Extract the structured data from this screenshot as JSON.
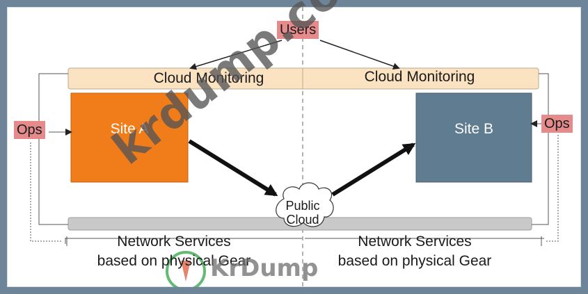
{
  "diagram": {
    "users": "Users",
    "cloud_monitoring_left": "Cloud Monitoring",
    "cloud_monitoring_right": "Cloud Monitoring",
    "site_a": "Site A",
    "site_b": "Site B",
    "ops_left": "Ops",
    "ops_right": "Ops",
    "public_cloud_line1": "Public",
    "public_cloud_line2": "Cloud",
    "network_left_line1": "Network Services",
    "network_left_line2": "based on physical Gear",
    "network_right_line1": "Network Services",
    "network_right_line2": "based on physical Gear"
  },
  "watermark": {
    "text": "krdump.com",
    "logo": "KrDump"
  },
  "colors": {
    "site_a": "#f07d1a",
    "site_b": "#5f7c90",
    "monitoring_bar": "#fbe3c2",
    "network_bar": "#c9c9c9",
    "label_bg": "#e58b8b",
    "frame": "#6e8499"
  }
}
